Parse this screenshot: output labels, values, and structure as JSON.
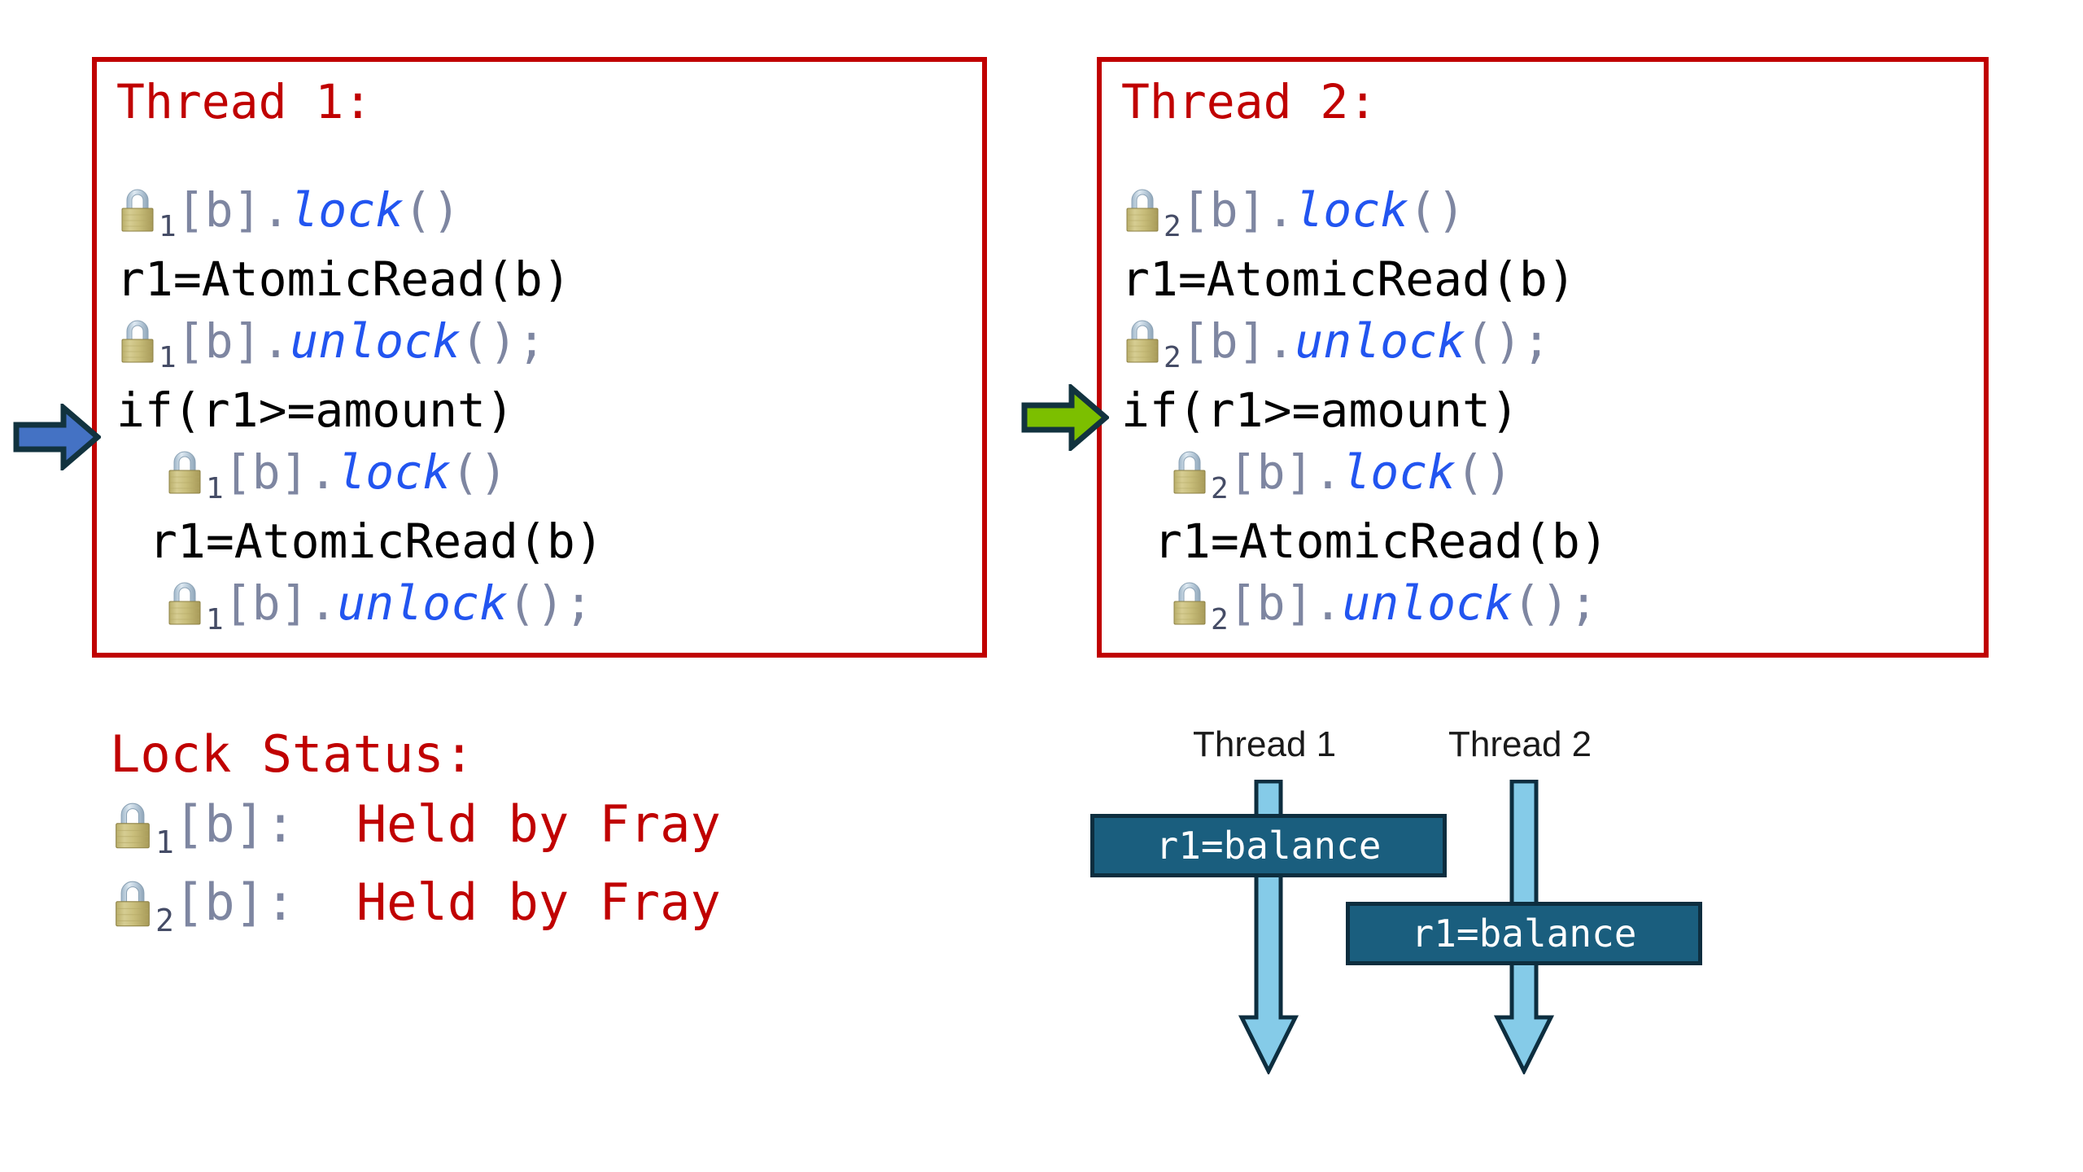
{
  "accent_colors": {
    "box_border_red": "#C00000",
    "title_red": "#C00000",
    "fn_blue": "#2255F0",
    "bracket_gray": "#7E86A1",
    "arrow_blue": "#4472C4",
    "arrow_green": "#7CBF00",
    "arrow_outline_navy": "#12333F",
    "timeline_box_teal": "#1A5E7E",
    "timeline_arrow_lightblue": "#85CBE8",
    "timeline_outline_navy": "#0D2E3F"
  },
  "thread1": {
    "title": "Thread 1:",
    "lock_subscript": "1",
    "lines": [
      {
        "type": "lock",
        "sub": "1",
        "index": "[b]",
        "dot": ".",
        "fn": "lock",
        "paren": "()",
        "semi": "",
        "indent": 0
      },
      {
        "type": "plain",
        "text": "r1=AtomicRead(b)",
        "indent": 0
      },
      {
        "type": "lock",
        "sub": "1",
        "index": "[b]",
        "dot": ".",
        "fn": "unlock",
        "paren": "()",
        "semi": ";",
        "indent": 0
      },
      {
        "type": "plain",
        "text": "if(r1>=amount)",
        "indent": 0
      },
      {
        "type": "lock",
        "sub": "1",
        "index": "[b]",
        "dot": ".",
        "fn": "lock",
        "paren": "()",
        "semi": "",
        "indent": 1
      },
      {
        "type": "plain",
        "text": "r1=AtomicRead(b)",
        "indent": 2
      },
      {
        "type": "lock",
        "sub": "1",
        "index": "[b]",
        "dot": ".",
        "fn": "unlock",
        "paren": "()",
        "semi": ";",
        "indent": 1
      }
    ]
  },
  "thread2": {
    "title": "Thread 2:",
    "lock_subscript": "2",
    "lines": [
      {
        "type": "lock",
        "sub": "2",
        "index": "[b]",
        "dot": ".",
        "fn": "lock",
        "paren": "()",
        "semi": "",
        "indent": 0
      },
      {
        "type": "plain",
        "text": "r1=AtomicRead(b)",
        "indent": 0
      },
      {
        "type": "lock",
        "sub": "2",
        "index": "[b]",
        "dot": ".",
        "fn": "unlock",
        "paren": "()",
        "semi": ";",
        "indent": 0
      },
      {
        "type": "plain",
        "text": "if(r1>=amount)",
        "indent": 0
      },
      {
        "type": "lock",
        "sub": "2",
        "index": "[b]",
        "dot": ".",
        "fn": "lock",
        "paren": "()",
        "semi": "",
        "indent": 1
      },
      {
        "type": "plain",
        "text": "r1=AtomicRead(b)",
        "indent": 2
      },
      {
        "type": "lock",
        "sub": "2",
        "index": "[b]",
        "dot": ".",
        "fn": "unlock",
        "paren": "()",
        "semi": ";",
        "indent": 1
      }
    ]
  },
  "lock_status": {
    "title": "Lock Status:",
    "rows": [
      {
        "sub": "1",
        "index": "[b]",
        "colon": ":",
        "value": "Held by Fray"
      },
      {
        "sub": "2",
        "index": "[b]",
        "colon": ":",
        "value": "Held by Fray"
      }
    ]
  },
  "step_pointers": {
    "thread1_arrow": "blue-right-arrow",
    "thread1_points_to_line": "if(r1>=amount)",
    "thread2_arrow": "green-right-arrow",
    "thread2_points_to_line": "if(r1>=amount)"
  },
  "timeline": {
    "threads": [
      {
        "label": "Thread 1",
        "event_label": "r1=balance"
      },
      {
        "label": "Thread 2",
        "event_label": "r1=balance"
      }
    ]
  }
}
